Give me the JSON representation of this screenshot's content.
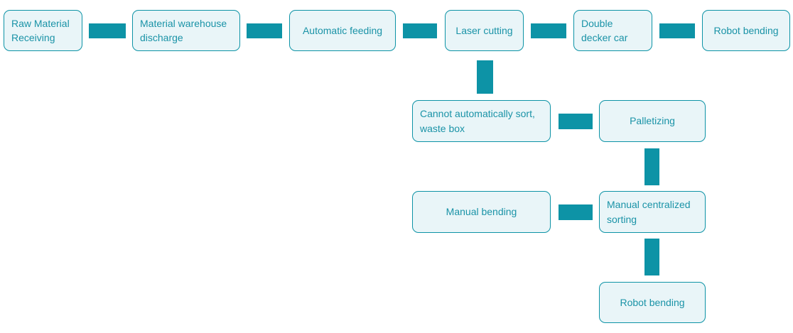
{
  "colors": {
    "accent": "#0d93a6",
    "node_fill": "#e9f5f8",
    "node_border": "#0d93a6",
    "node_text": "#1a93a7",
    "background": "#ffffff"
  },
  "nodes": [
    {
      "id": "raw-material-receiving",
      "label": "Raw Material Receiving"
    },
    {
      "id": "material-warehouse-discharge",
      "label": "Material warehouse discharge"
    },
    {
      "id": "automatic-feeding",
      "label": "Automatic feeding"
    },
    {
      "id": "laser-cutting",
      "label": "Laser cutting"
    },
    {
      "id": "double-decker-car",
      "label": "Double decker car"
    },
    {
      "id": "robot-bending",
      "label": "Robot bending"
    },
    {
      "id": "cannot-automatically-sort-waste-box",
      "label": "Cannot automatically sort, waste box"
    },
    {
      "id": "palletizing",
      "label": "Palletizing"
    },
    {
      "id": "manual-bending",
      "label": "Manual bending"
    },
    {
      "id": "manual-centralized-sorting",
      "label": "Manual centralized sorting"
    },
    {
      "id": "robot-bending-final",
      "label": "Robot bending"
    }
  ],
  "edges": [
    {
      "from": "raw-material-receiving",
      "to": "material-warehouse-discharge",
      "direction": "horizontal"
    },
    {
      "from": "material-warehouse-discharge",
      "to": "automatic-feeding",
      "direction": "horizontal"
    },
    {
      "from": "automatic-feeding",
      "to": "laser-cutting",
      "direction": "horizontal"
    },
    {
      "from": "laser-cutting",
      "to": "double-decker-car",
      "direction": "horizontal"
    },
    {
      "from": "double-decker-car",
      "to": "robot-bending",
      "direction": "horizontal"
    },
    {
      "from": "laser-cutting",
      "to": "cannot-automatically-sort-waste-box",
      "direction": "vertical"
    },
    {
      "from": "cannot-automatically-sort-waste-box",
      "to": "palletizing",
      "direction": "horizontal"
    },
    {
      "from": "palletizing",
      "to": "manual-centralized-sorting",
      "direction": "vertical"
    },
    {
      "from": "manual-bending",
      "to": "manual-centralized-sorting",
      "direction": "horizontal"
    },
    {
      "from": "manual-centralized-sorting",
      "to": "robot-bending-final",
      "direction": "vertical"
    }
  ]
}
